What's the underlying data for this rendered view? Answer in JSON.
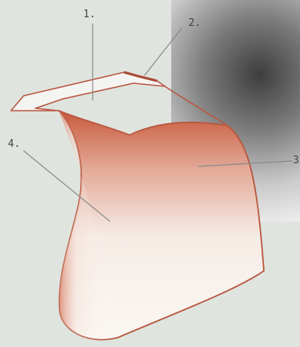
{
  "diagram": {
    "labels": [
      {
        "key": "label_1",
        "text": "1."
      },
      {
        "key": "label_2",
        "text": "2."
      },
      {
        "key": "label_3",
        "text": "3"
      },
      {
        "key": "label_4",
        "text": "4."
      }
    ]
  },
  "colors": {
    "background": "#dfe4df",
    "outline": "#b8573f",
    "leader_line": "#8a8a8a",
    "interior_red": "#c85a3c",
    "interior_white": "#fbf7f3"
  }
}
